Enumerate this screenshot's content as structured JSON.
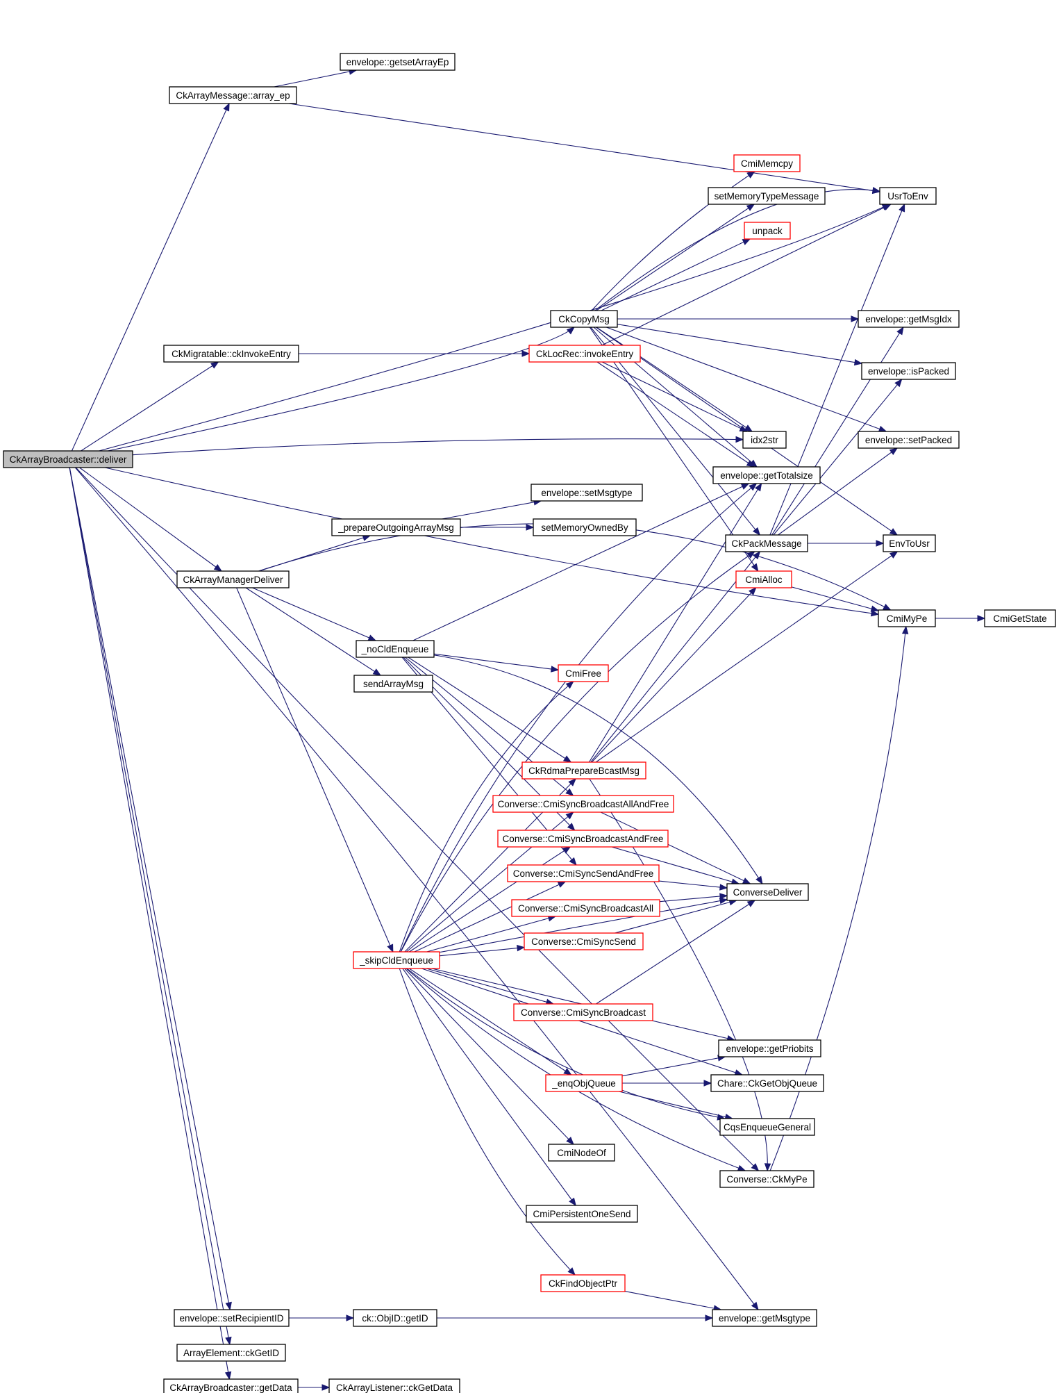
{
  "graph": {
    "title": "Call graph",
    "colors": {
      "edge": "#191970",
      "node_border": "#000000",
      "red_border": "#ff0000",
      "root_fill": "#bfbfbf"
    },
    "nodes": [
      {
        "id": "root",
        "label": "CkArrayBroadcaster::deliver",
        "style": "root"
      },
      {
        "id": "getsetArrayEp",
        "label": "envelope::getsetArrayEp",
        "style": "normal"
      },
      {
        "id": "array_ep",
        "label": "CkArrayMessage::array_ep",
        "style": "normal"
      },
      {
        "id": "CmiMemcpy",
        "label": "CmiMemcpy",
        "style": "red"
      },
      {
        "id": "UsrToEnv",
        "label": "UsrToEnv",
        "style": "normal"
      },
      {
        "id": "setMemoryTypeMessage",
        "label": "setMemoryTypeMessage",
        "style": "normal"
      },
      {
        "id": "unpack",
        "label": "unpack",
        "style": "red"
      },
      {
        "id": "CkCopyMsg",
        "label": "CkCopyMsg",
        "style": "normal"
      },
      {
        "id": "getMsgIdx",
        "label": "envelope::getMsgIdx",
        "style": "normal"
      },
      {
        "id": "ckInvokeEntry",
        "label": "CkMigratable::ckInvokeEntry",
        "style": "normal"
      },
      {
        "id": "invokeEntry",
        "label": "CkLocRec::invokeEntry",
        "style": "red"
      },
      {
        "id": "isPacked",
        "label": "envelope::isPacked",
        "style": "normal"
      },
      {
        "id": "idx2str",
        "label": "idx2str",
        "style": "normal"
      },
      {
        "id": "setPacked",
        "label": "envelope::setPacked",
        "style": "normal"
      },
      {
        "id": "getTotalsize",
        "label": "envelope::getTotalsize",
        "style": "normal"
      },
      {
        "id": "setMsgtype",
        "label": "envelope::setMsgtype",
        "style": "normal"
      },
      {
        "id": "prepareOutgoing",
        "label": "_prepareOutgoingArrayMsg",
        "style": "normal"
      },
      {
        "id": "setMemoryOwnedBy",
        "label": "setMemoryOwnedBy",
        "style": "normal"
      },
      {
        "id": "CkPackMessage",
        "label": "CkPackMessage",
        "style": "normal"
      },
      {
        "id": "EnvToUsr",
        "label": "EnvToUsr",
        "style": "normal"
      },
      {
        "id": "CkArrayManagerDeliver",
        "label": "CkArrayManagerDeliver",
        "style": "normal"
      },
      {
        "id": "CmiAlloc",
        "label": "CmiAlloc",
        "style": "red"
      },
      {
        "id": "CmiMyPe",
        "label": "CmiMyPe",
        "style": "normal"
      },
      {
        "id": "CmiGetState",
        "label": "CmiGetState",
        "style": "normal"
      },
      {
        "id": "noCldEnqueue",
        "label": "_noCldEnqueue",
        "style": "normal"
      },
      {
        "id": "CmiFree",
        "label": "CmiFree",
        "style": "red"
      },
      {
        "id": "sendArrayMsg",
        "label": "sendArrayMsg",
        "style": "normal"
      },
      {
        "id": "CkRdmaPrepareBcastMsg",
        "label": "CkRdmaPrepareBcastMsg",
        "style": "red"
      },
      {
        "id": "SyncBcastAllAndFree",
        "label": "Converse::CmiSyncBroadcastAllAndFree",
        "style": "red"
      },
      {
        "id": "SyncBcastAndFree",
        "label": "Converse::CmiSyncBroadcastAndFree",
        "style": "red"
      },
      {
        "id": "SyncSendAndFree",
        "label": "Converse::CmiSyncSendAndFree",
        "style": "red"
      },
      {
        "id": "ConverseDeliver",
        "label": "ConverseDeliver",
        "style": "normal"
      },
      {
        "id": "SyncBcastAll",
        "label": "Converse::CmiSyncBroadcastAll",
        "style": "red"
      },
      {
        "id": "SyncSend",
        "label": "Converse::CmiSyncSend",
        "style": "red"
      },
      {
        "id": "skipCldEnqueue",
        "label": "_skipCldEnqueue",
        "style": "red"
      },
      {
        "id": "SyncBcast",
        "label": "Converse::CmiSyncBroadcast",
        "style": "red"
      },
      {
        "id": "getPriobits",
        "label": "envelope::getPriobits",
        "style": "normal"
      },
      {
        "id": "enqObjQueue",
        "label": "_enqObjQueue",
        "style": "red"
      },
      {
        "id": "CkGetObjQueue",
        "label": "Chare::CkGetObjQueue",
        "style": "normal"
      },
      {
        "id": "CqsEnqueueGeneral",
        "label": "CqsEnqueueGeneral",
        "style": "normal"
      },
      {
        "id": "CmiNodeOf",
        "label": "CmiNodeOf",
        "style": "normal"
      },
      {
        "id": "CkMyPe",
        "label": "Converse::CkMyPe",
        "style": "normal"
      },
      {
        "id": "CmiPersistentOneSend",
        "label": "CmiPersistentOneSend",
        "style": "normal"
      },
      {
        "id": "CkFindObjectPtr",
        "label": "CkFindObjectPtr",
        "style": "red"
      },
      {
        "id": "setRecipientID",
        "label": "envelope::setRecipientID",
        "style": "normal"
      },
      {
        "id": "ObjIDgetID",
        "label": "ck::ObjID::getID",
        "style": "normal"
      },
      {
        "id": "getMsgtype",
        "label": "envelope::getMsgtype",
        "style": "normal"
      },
      {
        "id": "ckGetID",
        "label": "ArrayElement::ckGetID",
        "style": "normal"
      },
      {
        "id": "getData",
        "label": "CkArrayBroadcaster::getData",
        "style": "normal"
      },
      {
        "id": "ckGetData",
        "label": "CkArrayListener::ckGetData",
        "style": "normal"
      }
    ],
    "edges": [
      [
        "root",
        "array_ep"
      ],
      [
        "root",
        "UsrToEnv"
      ],
      [
        "root",
        "CkCopyMsg"
      ],
      [
        "root",
        "ckInvokeEntry"
      ],
      [
        "root",
        "idx2str"
      ],
      [
        "root",
        "CkArrayManagerDeliver"
      ],
      [
        "root",
        "setRecipientID"
      ],
      [
        "root",
        "ckGetID"
      ],
      [
        "root",
        "getData"
      ],
      [
        "root",
        "getMsgtype"
      ],
      [
        "root",
        "CkMyPe"
      ],
      [
        "root",
        "CmiMyPe"
      ],
      [
        "array_ep",
        "getsetArrayEp"
      ],
      [
        "array_ep",
        "UsrToEnv"
      ],
      [
        "CkCopyMsg",
        "CmiMemcpy"
      ],
      [
        "CkCopyMsg",
        "setMemoryTypeMessage"
      ],
      [
        "CkCopyMsg",
        "unpack"
      ],
      [
        "CkCopyMsg",
        "UsrToEnv"
      ],
      [
        "CkCopyMsg",
        "getMsgIdx"
      ],
      [
        "CkCopyMsg",
        "isPacked"
      ],
      [
        "CkCopyMsg",
        "setPacked"
      ],
      [
        "CkCopyMsg",
        "idx2str"
      ],
      [
        "CkCopyMsg",
        "getTotalsize"
      ],
      [
        "CkCopyMsg",
        "CkPackMessage"
      ],
      [
        "CkCopyMsg",
        "EnvToUsr"
      ],
      [
        "CkCopyMsg",
        "CmiAlloc"
      ],
      [
        "ckInvokeEntry",
        "invokeEntry"
      ],
      [
        "invokeEntry",
        "UsrToEnv"
      ],
      [
        "invokeEntry",
        "idx2str"
      ],
      [
        "invokeEntry",
        "getTotalsize"
      ],
      [
        "CkArrayManagerDeliver",
        "prepareOutgoing"
      ],
      [
        "CkArrayManagerDeliver",
        "noCldEnqueue"
      ],
      [
        "CkArrayManagerDeliver",
        "sendArrayMsg"
      ],
      [
        "CkArrayManagerDeliver",
        "skipCldEnqueue"
      ],
      [
        "CkArrayManagerDeliver",
        "CmiMyPe"
      ],
      [
        "prepareOutgoing",
        "setMsgtype"
      ],
      [
        "prepareOutgoing",
        "setMemoryOwnedBy"
      ],
      [
        "noCldEnqueue",
        "getTotalsize"
      ],
      [
        "noCldEnqueue",
        "CmiFree"
      ],
      [
        "noCldEnqueue",
        "CkRdmaPrepareBcastMsg"
      ],
      [
        "noCldEnqueue",
        "SyncBcastAllAndFree"
      ],
      [
        "noCldEnqueue",
        "SyncBcastAndFree"
      ],
      [
        "noCldEnqueue",
        "SyncSendAndFree"
      ],
      [
        "noCldEnqueue",
        "ConverseDeliver"
      ],
      [
        "CkPackMessage",
        "UsrToEnv"
      ],
      [
        "CkPackMessage",
        "getMsgIdx"
      ],
      [
        "CkPackMessage",
        "isPacked"
      ],
      [
        "CkPackMessage",
        "setPacked"
      ],
      [
        "CkPackMessage",
        "EnvToUsr"
      ],
      [
        "CmiAlloc",
        "CmiMyPe"
      ],
      [
        "CmiMyPe",
        "CmiGetState"
      ],
      [
        "CkRdmaPrepareBcastMsg",
        "CkPackMessage"
      ],
      [
        "CkRdmaPrepareBcastMsg",
        "CmiAlloc"
      ],
      [
        "CkRdmaPrepareBcastMsg",
        "EnvToUsr"
      ],
      [
        "CkRdmaPrepareBcastMsg",
        "getTotalsize"
      ],
      [
        "CkRdmaPrepareBcastMsg",
        "CkMyPe"
      ],
      [
        "SyncBcastAllAndFree",
        "ConverseDeliver"
      ],
      [
        "SyncBcastAndFree",
        "ConverseDeliver"
      ],
      [
        "SyncSendAndFree",
        "ConverseDeliver"
      ],
      [
        "SyncBcastAll",
        "ConverseDeliver"
      ],
      [
        "SyncSend",
        "ConverseDeliver"
      ],
      [
        "SyncBcast",
        "ConverseDeliver"
      ],
      [
        "skipCldEnqueue",
        "CmiFree"
      ],
      [
        "skipCldEnqueue",
        "getTotalsize"
      ],
      [
        "skipCldEnqueue",
        "CkPackMessage"
      ],
      [
        "skipCldEnqueue",
        "CkRdmaPrepareBcastMsg"
      ],
      [
        "skipCldEnqueue",
        "SyncBcastAllAndFree"
      ],
      [
        "skipCldEnqueue",
        "SyncBcastAndFree"
      ],
      [
        "skipCldEnqueue",
        "SyncSendAndFree"
      ],
      [
        "skipCldEnqueue",
        "SyncBcastAll"
      ],
      [
        "skipCldEnqueue",
        "SyncSend"
      ],
      [
        "skipCldEnqueue",
        "ConverseDeliver"
      ],
      [
        "skipCldEnqueue",
        "SyncBcast"
      ],
      [
        "skipCldEnqueue",
        "getPriobits"
      ],
      [
        "skipCldEnqueue",
        "enqObjQueue"
      ],
      [
        "skipCldEnqueue",
        "CkGetObjQueue"
      ],
      [
        "skipCldEnqueue",
        "CmiNodeOf"
      ],
      [
        "skipCldEnqueue",
        "CkMyPe"
      ],
      [
        "skipCldEnqueue",
        "CmiPersistentOneSend"
      ],
      [
        "skipCldEnqueue",
        "CqsEnqueueGeneral"
      ],
      [
        "skipCldEnqueue",
        "CkFindObjectPtr"
      ],
      [
        "enqObjQueue",
        "getPriobits"
      ],
      [
        "enqObjQueue",
        "CkGetObjQueue"
      ],
      [
        "enqObjQueue",
        "CqsEnqueueGeneral"
      ],
      [
        "CkMyPe",
        "CmiMyPe"
      ],
      [
        "CkFindObjectPtr",
        "getMsgtype"
      ],
      [
        "setRecipientID",
        "ObjIDgetID"
      ],
      [
        "setRecipientID",
        "getMsgtype"
      ],
      [
        "getData",
        "ckGetData"
      ]
    ]
  }
}
